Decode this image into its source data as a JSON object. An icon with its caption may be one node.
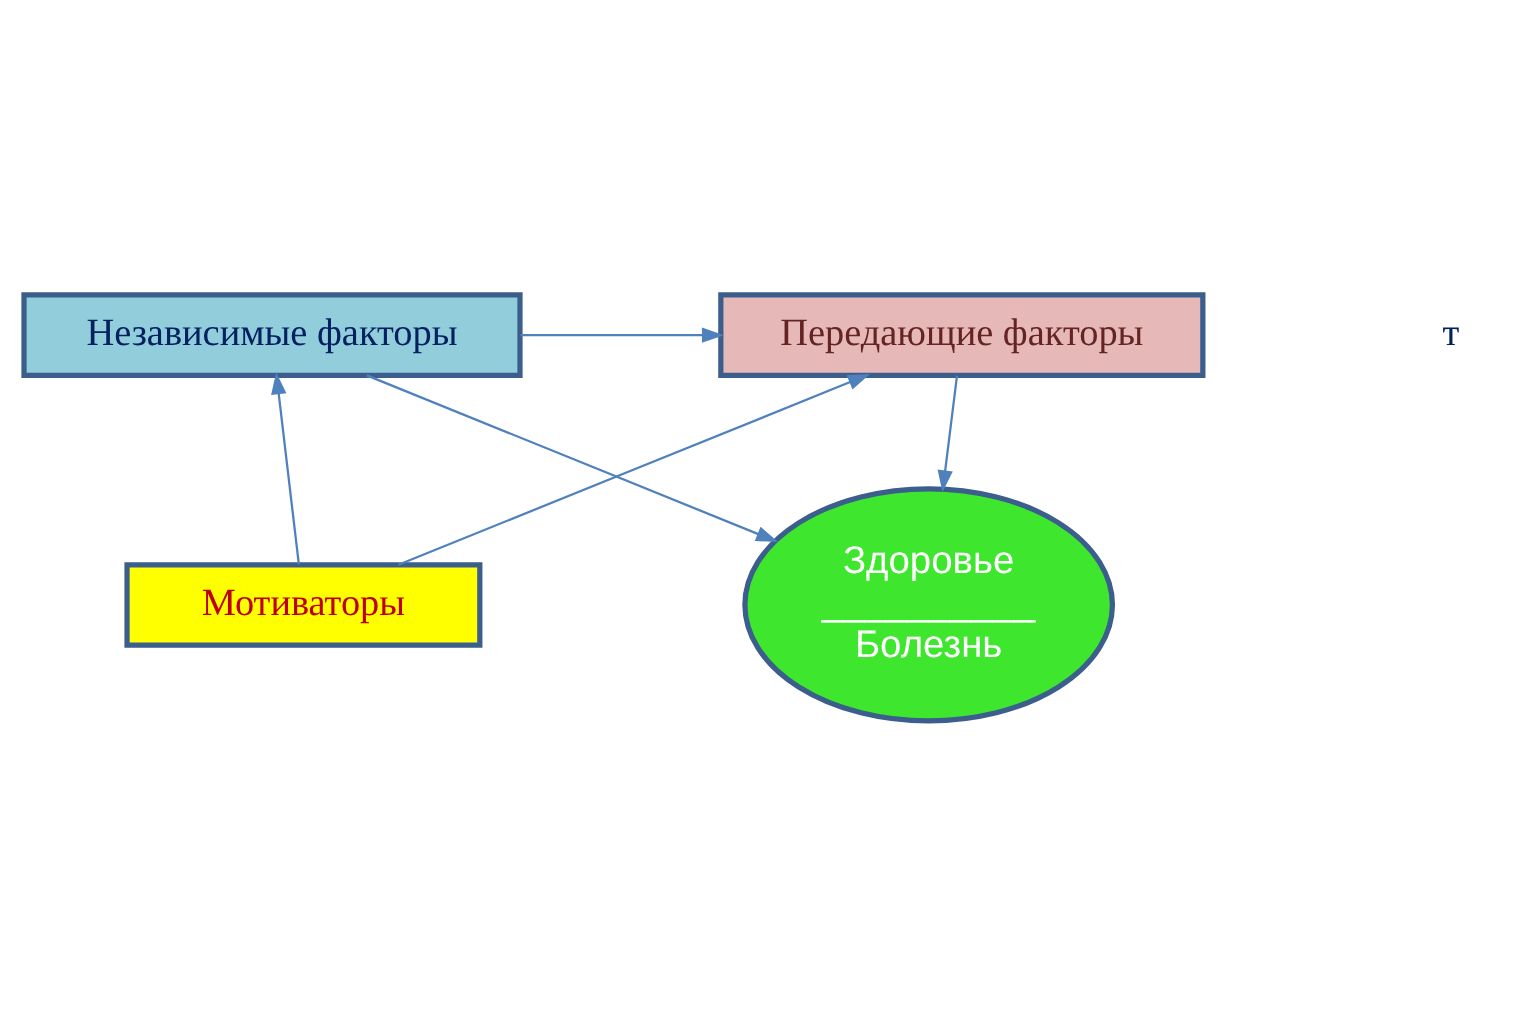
{
  "diagram": {
    "nodes": [
      {
        "text": [
          "Независимые факторы"
        ]
      },
      {
        "text": [
          "Передающие факторы"
        ]
      },
      {
        "text": [
          "Мотиваторы"
        ]
      },
      {
        "text": [
          "Здоровье",
          "__________",
          "Болезнь"
        ]
      }
    ],
    "edges": [
      {
        "from": 0,
        "to": 1,
        "arrow": "to"
      },
      {
        "from": 2,
        "to": 0,
        "arrow": "to"
      },
      {
        "from": 2,
        "to": 1,
        "arrow": "to"
      },
      {
        "from": 0,
        "to": 3,
        "arrow": "to"
      },
      {
        "from": 1,
        "to": 3,
        "arrow": "to"
      }
    ],
    "labels": [
      "т"
    ]
  }
}
